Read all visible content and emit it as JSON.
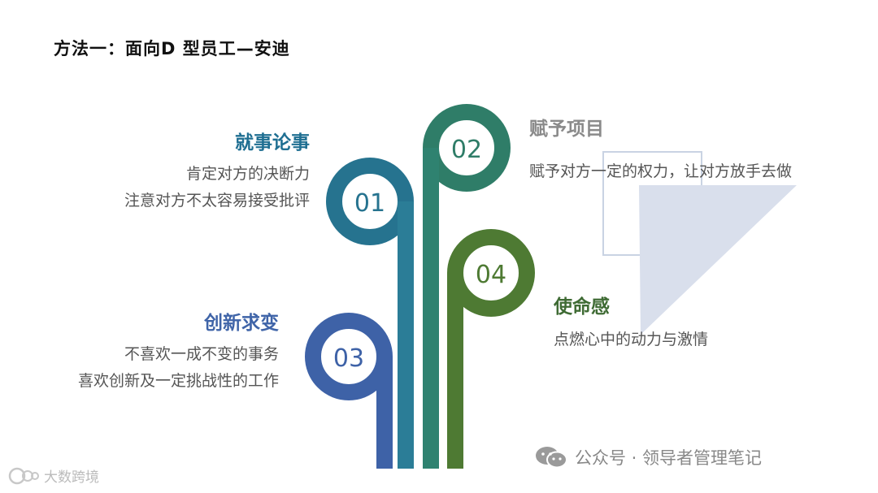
{
  "title": "方法一：面向D 型员工—安迪",
  "items": [
    {
      "num": "01",
      "heading": "就事论事",
      "lines": [
        "肯定对方的决断力",
        "注意对方不太容易接受批评"
      ],
      "color": "#1f6f92"
    },
    {
      "num": "02",
      "heading": "赋予项目",
      "lines": [
        "赋予对方一定的权力，让对方放手去做"
      ],
      "color": "#8a8a8a"
    },
    {
      "num": "03",
      "heading": "创新求变",
      "lines": [
        "不喜欢一成不变的事务",
        "喜欢创新及一定挑战性的工作"
      ],
      "color": "#3f64a8"
    },
    {
      "num": "04",
      "heading": "使命感",
      "lines": [
        "点燃心中的动力与激情"
      ],
      "color": "#3f6b34"
    }
  ],
  "footer": {
    "wechat_label": "公众号 · 领导者管理笔记"
  },
  "watermark": {
    "text": "大数跨境"
  },
  "colors": {
    "c01": "#26738f",
    "c02": "#2f7d68",
    "c03": "#3e62a7",
    "c04": "#4e7a33",
    "bar1": "#3a8aa3",
    "bar2": "#2f8a74"
  }
}
